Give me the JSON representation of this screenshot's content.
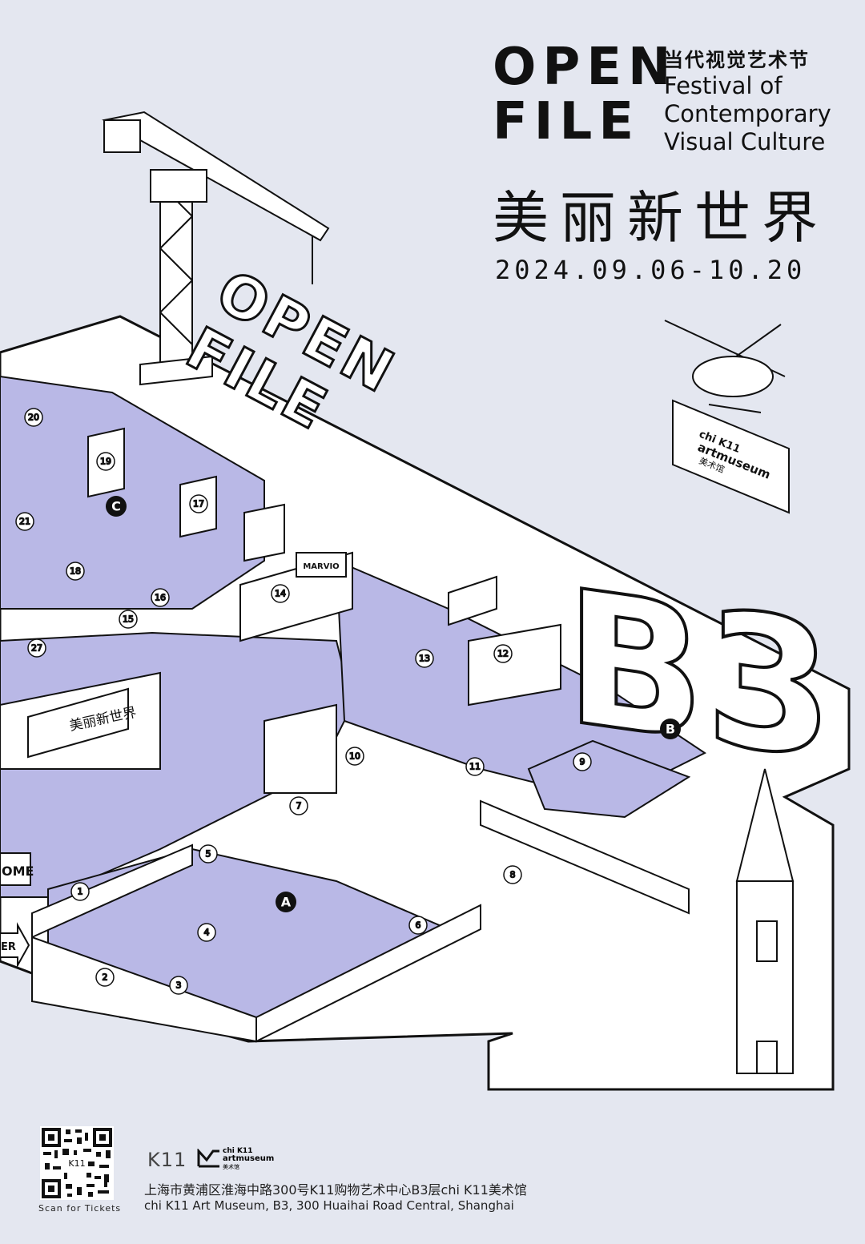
{
  "header": {
    "logo_line1": "OPEN",
    "logo_line2": "FILE",
    "festival_cn": "当代视觉艺术节",
    "festival_en_1": "Festival of",
    "festival_en_2": "Contemporary",
    "festival_en_3": "Visual Culture",
    "slogan": "美丽新世界",
    "dates": "2024.09.06-10.20"
  },
  "map": {
    "exhibit_numbers": [
      "1",
      "2",
      "3",
      "4",
      "5",
      "6",
      "7",
      "8",
      "9",
      "10",
      "11",
      "12",
      "13",
      "14",
      "15",
      "16",
      "17",
      "18",
      "19",
      "20",
      "21",
      "27"
    ],
    "zones": [
      "A",
      "B",
      "C"
    ],
    "sign_open": "OPEN",
    "sign_file": "FILE",
    "sign_b3": "B3",
    "sign_marvio": "MARVIO",
    "sign_slogan": "美丽新世界",
    "sign_welcome": "OME",
    "sign_enter": "ER",
    "museum_sign_1": "chi K11",
    "museum_sign_2": "artmuseum",
    "museum_sign_3": "美术馆"
  },
  "footer": {
    "qr_label": "K11",
    "scan_label": "Scan for Tickets",
    "brand_k11": "K11",
    "brand_museum_1": "chi K11",
    "brand_museum_2": "artmuseum",
    "brand_museum_3": "美术馆",
    "address_cn": "上海市黄浦区淮海中路300号K11购物艺术中心B3层chi K11美术馆",
    "address_en": "chi K11 Art Museum, B3, 300 Huaihai Road Central, Shanghai"
  },
  "colors": {
    "background": "#e4e7f0",
    "floor": "#b9b8e6",
    "ink": "#111111",
    "wall": "#ffffff"
  }
}
